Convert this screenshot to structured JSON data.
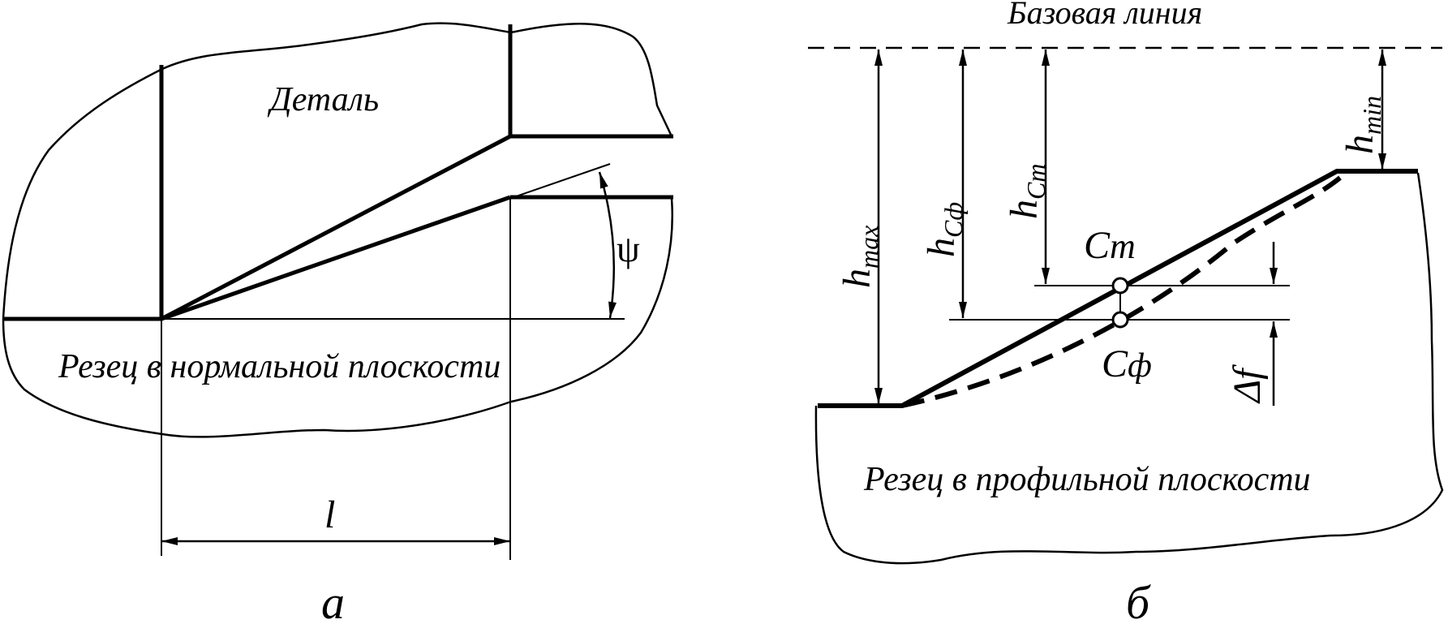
{
  "left": {
    "part_label": "Деталь",
    "cutter_label": "Резец в нормальной плоскости",
    "angle_label": "ψ",
    "length_label": "l",
    "caption": "а"
  },
  "right": {
    "baseline_label": "Базовая линия",
    "h_max": {
      "main": "h",
      "sub": "max"
    },
    "h_cf": {
      "main": "h",
      "sub": "Cф"
    },
    "h_cm": {
      "main": "h",
      "sub": "Cm"
    },
    "h_min": {
      "main": "h",
      "sub": "min"
    },
    "point_cm": {
      "main": "C",
      "sub": "m"
    },
    "point_cf": {
      "main": "C",
      "sub": "ф"
    },
    "delta_f": "Δf",
    "cutter_label": "Резец в профильной плоскости",
    "caption": "б"
  }
}
